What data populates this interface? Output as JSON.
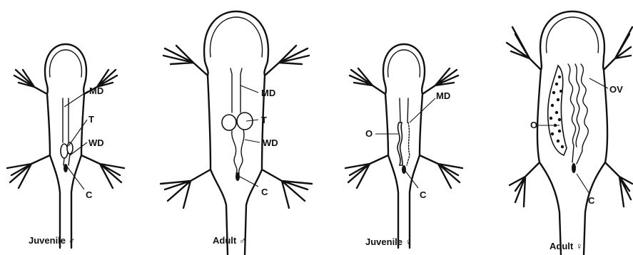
{
  "panels": [
    {
      "id": "juvenile-male",
      "caption": "Juvenile ♂",
      "labels": {
        "md": "MD",
        "t": "T",
        "wd": "WD",
        "c": "C"
      }
    },
    {
      "id": "adult-male",
      "caption": "Adult ♂",
      "labels": {
        "md": "MD",
        "t": "T",
        "wd": "WD",
        "c": "C"
      }
    },
    {
      "id": "juvenile-female",
      "caption": "Juvenile ♀",
      "labels": {
        "o": "O",
        "md": "MD",
        "c": "C"
      }
    },
    {
      "id": "adult-female",
      "caption": "Adult ♀",
      "labels": {
        "o": "O",
        "ov": "OV",
        "c": "C"
      }
    }
  ]
}
